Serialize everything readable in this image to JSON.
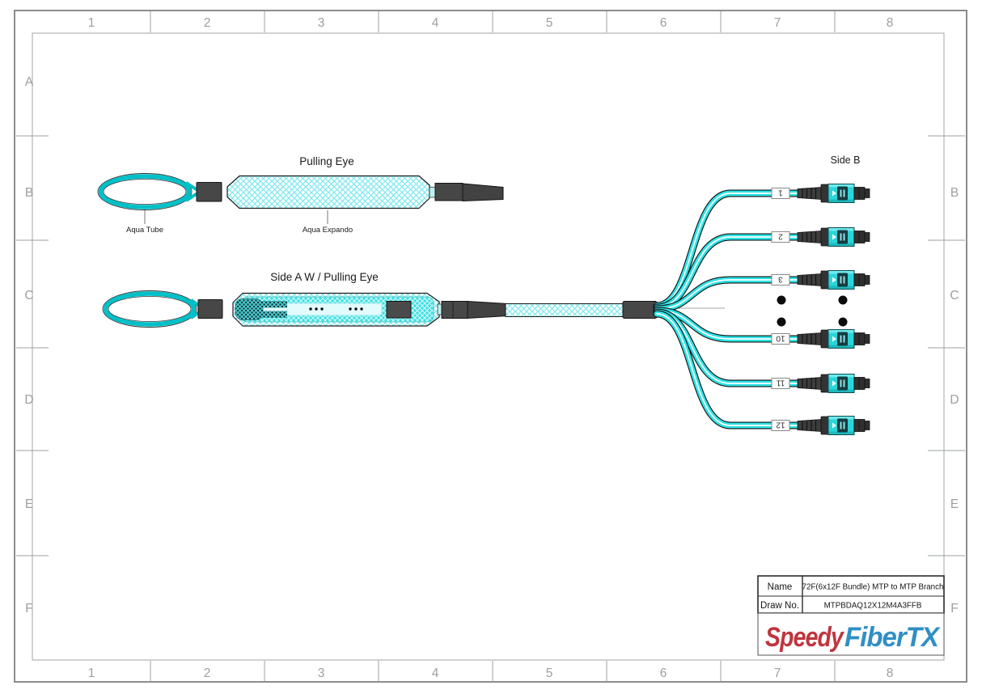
{
  "frame": {
    "top_labels": [
      "1",
      "2",
      "3",
      "4",
      "5",
      "6",
      "7",
      "8"
    ],
    "bottom_labels": [
      "1",
      "2",
      "3",
      "4",
      "5",
      "6",
      "7",
      "8"
    ],
    "left_labels": [
      "A",
      "B",
      "C",
      "D",
      "E",
      "F"
    ],
    "right_labels": [
      "B",
      "C",
      "D",
      "E",
      "F"
    ]
  },
  "pulling_eye": {
    "title": "Pulling Eye",
    "aqua_tube_label": "Aqua Tube",
    "aqua_expando_label": "Aqua Expando"
  },
  "side_a": {
    "title": "Side A W / Pulling Eye"
  },
  "side_b": {
    "title": "Side B",
    "branch_labels": [
      "1",
      "2",
      "3",
      "10",
      "11",
      "12"
    ]
  },
  "title_block": {
    "name_label": "Name",
    "name_value": "72F(6x12F Bundle) MTP to MTP Branch",
    "drawno_label": "Draw No.",
    "drawno_value": "MTPBDAQ12X12M4A3FFB"
  },
  "logo": {
    "part1": "Speedy",
    "part2": "FiberTX"
  },
  "colors": {
    "accent_cyan": "#2DE2E6",
    "loop_teal": "#00C0C8",
    "connector_dark": "#474747",
    "connector_aqua": "#29D6DA",
    "logo_red": "#C0353F",
    "logo_blue": "#2F8FC5",
    "frame_gray": "#9AA0A4"
  }
}
